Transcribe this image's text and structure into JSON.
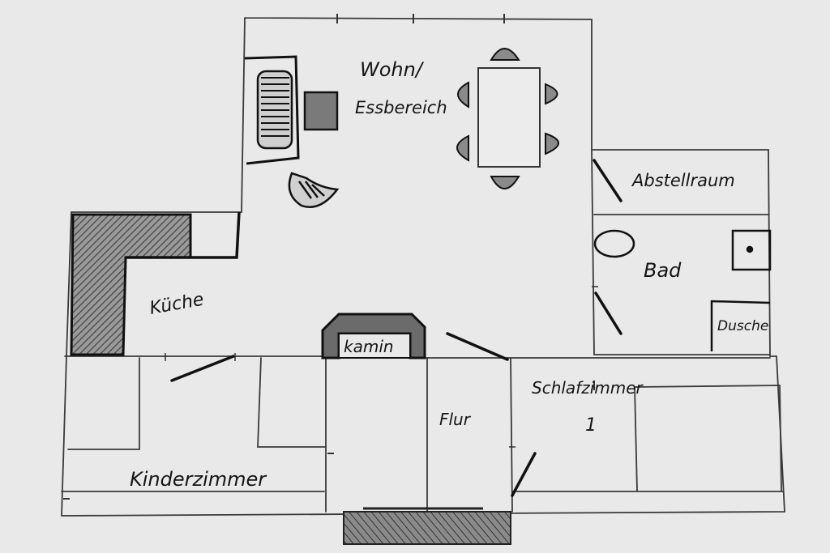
{
  "rooms": {
    "wohn_line1": "Wohn/",
    "wohn_line2": "Essbereich",
    "abstellraum": "Abstellraum",
    "bad": "Bad",
    "dusche": "Dusche",
    "kueche": "Küche",
    "kamin": "kamin",
    "flur": "Flur",
    "schlaf_line1": "Schlafzimmer",
    "schlaf_line2": "1",
    "kinderzimmer": "Kinderzimmer"
  },
  "colors": {
    "paper": "#e9e9e9",
    "ink": "#151515",
    "pencil": "#444444",
    "hatch": "#555555"
  }
}
